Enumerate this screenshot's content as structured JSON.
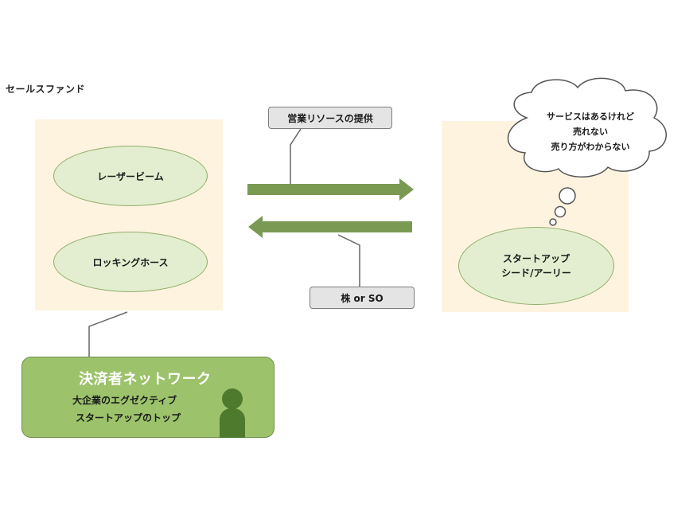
{
  "title": "セールスファンド",
  "left_panel": {
    "items": [
      "レーザービーム",
      "ロッキングホース"
    ]
  },
  "arrows": {
    "top_label": "営業リソースの提供",
    "bottom_label": "株 or SO"
  },
  "startup": {
    "line1": "スタートアップ",
    "line2": "シード/アーリー"
  },
  "thought_bubble": {
    "line1": "サービスはあるけれど",
    "line2": "売れない",
    "line3": "売り方がわからない"
  },
  "network": {
    "title": "決済者ネットワーク",
    "line1": "大企業のエグゼクティブ",
    "line2": "スタートアップのトップ"
  },
  "colors": {
    "arrow": "#7a9a54",
    "panel": "#fdf3df",
    "ellipse_fill": "#e2eecf",
    "network_fill": "#9cc26b",
    "person": "#4e7a2e"
  }
}
